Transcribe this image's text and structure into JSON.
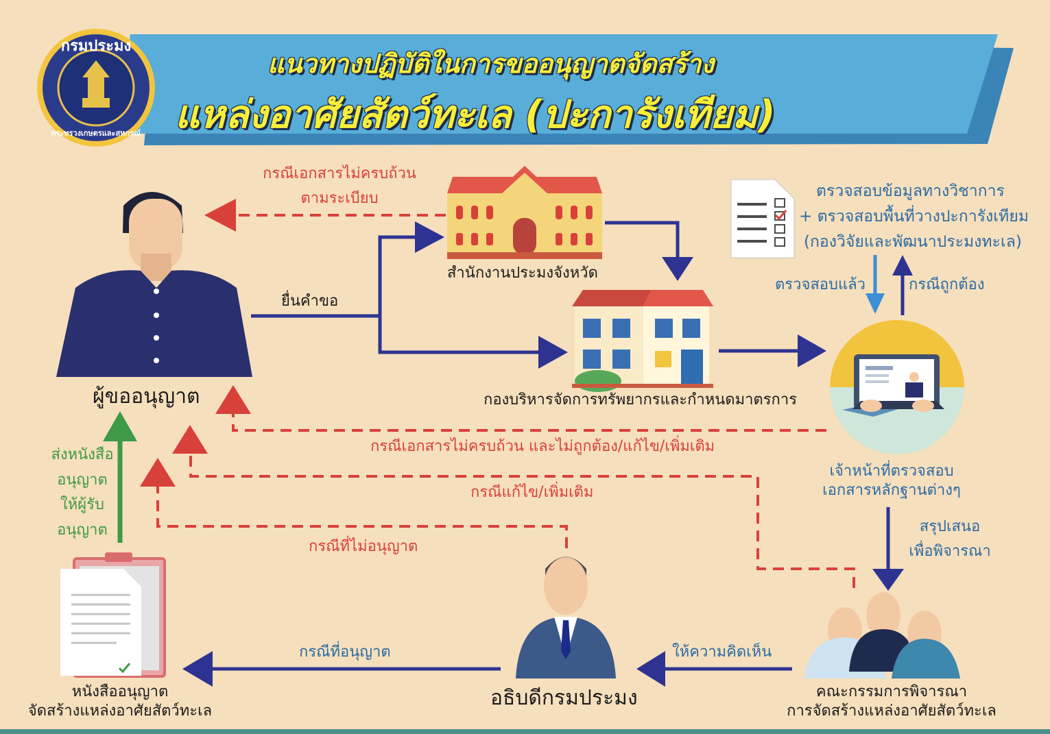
{
  "title": {
    "line1": "แนวทางปฏิบัติในการขออนุญาตจัดสร้าง",
    "line2": "แหล่งอาศัยสัตว์ทะเล (ปะการังเทียม)"
  },
  "logo": {
    "text_top": "กรมประมง",
    "text_bottom": "กระทรวงเกษตรและสหกรณ์"
  },
  "nodes": {
    "applicant": "ผู้ขออนุญาต",
    "provincial_office": "สำนักงานประมงจังหวัด",
    "resource_division": "กองบริหารจัดการทรัพยากรและกำหนดมาตรการ",
    "technical_check": {
      "line1": "ตรวจสอบข้อมูลทางวิชาการ",
      "line2": "+ ตรวจสอบพื้นที่วางปะการังเทียม",
      "line3": "(กองวิจัยและพัฒนาประมงทะเล)"
    },
    "officer": {
      "line1": "เจ้าหน้าที่ตรวจสอบ",
      "line2": "เอกสารหลักฐานต่างๆ"
    },
    "committee": {
      "line1": "คณะกรรมการพิจารณา",
      "line2": "การจัดสร้างแหล่งอาศัยสัตว์ทะเล"
    },
    "director_general": "อธิบดีกรมประมง",
    "permit_letter": {
      "line1": "หนังสืออนุญาต",
      "line2": "จัดสร้างแหล่งอาศัยสัตว์ทะเล"
    }
  },
  "edges": {
    "submit_request": "ยื่นคำขอ",
    "incomplete_docs": {
      "line1": "กรณีเอกสารไม่ครบถ้วน",
      "line2": "ตามระเบียบ"
    },
    "checked": "ตรวจสอบแล้ว",
    "correct_case": "กรณีถูกต้อง",
    "incomplete_incorrect": "กรณีเอกสารไม่ครบถ้วน และไม่ถูกต้อง/แก้ไข/เพิ่มเติม",
    "revise_add": "กรณีแก้ไข/เพิ่มเติม",
    "not_permitted": "กรณีที่ไม่อนุญาต",
    "summarize": {
      "line1": "สรุปเสนอ",
      "line2": "เพื่อพิจารณา"
    },
    "give_opinion": "ให้ความคิดเห็น",
    "permitted": "กรณีที่อนุญาต",
    "send_permit": {
      "line1": "ส่งหนังสือ",
      "line2": "อนุญาต",
      "line3": "ให้ผู้รับ",
      "line4": "อนุญาต"
    }
  },
  "colors": {
    "background": "#f6dfbd",
    "banner": "#58aed8",
    "banner_shadow": "#3b84b8",
    "title_text": "#f7ee3a",
    "navy_arrow": "#2e3392",
    "red_dashed": "#d8413a",
    "blue_arrow": "#3d8fd6",
    "green_arrow": "#3e9a46"
  }
}
